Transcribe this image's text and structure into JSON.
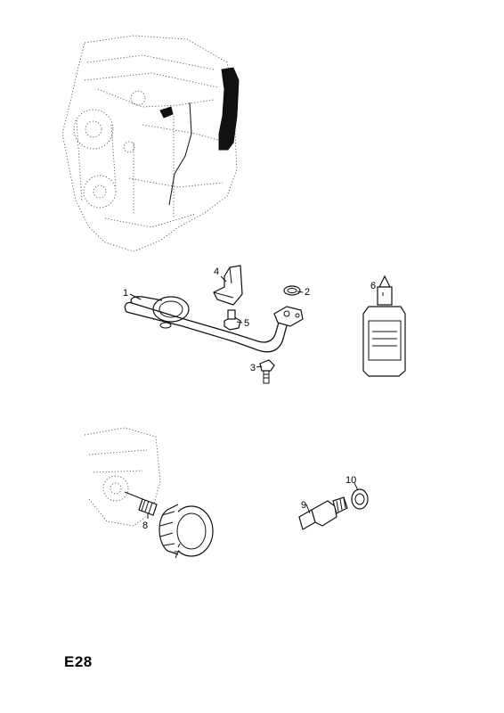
{
  "page_code": "E28",
  "callouts": {
    "c1": "1",
    "c2": "2",
    "c3": "3",
    "c4": "4",
    "c5": "5",
    "c6": "6",
    "c7": "7",
    "c8": "8",
    "c9": "9",
    "c10": "10"
  }
}
